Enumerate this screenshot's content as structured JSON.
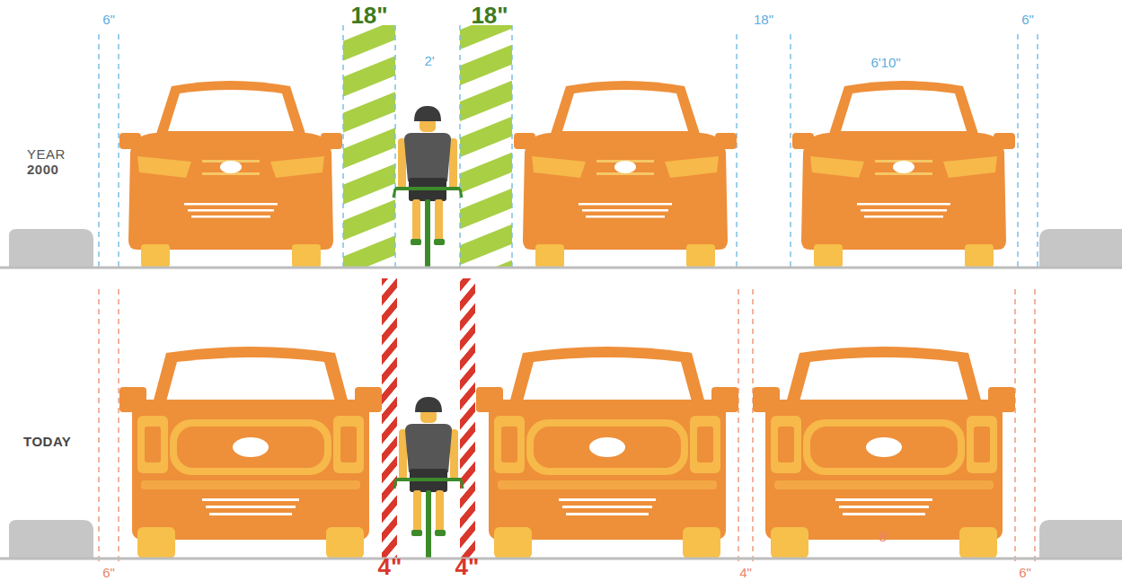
{
  "diagram": {
    "labels": [
      "6\"",
      "18\"",
      "2'",
      "18\"",
      "18\"",
      "6'10\"",
      "6\"",
      "YEAR 2000",
      "TODAY",
      "8'",
      "6\"",
      "4\"",
      "4\"",
      "4\"",
      "6\""
    ]
  }
}
